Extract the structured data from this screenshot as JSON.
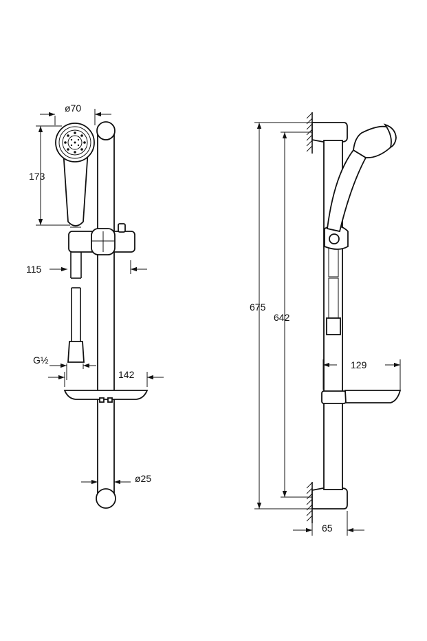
{
  "drawing": {
    "front_view": {
      "dim_head_diameter": "ø70",
      "dim_head_height": "173",
      "dim_hose_label": "115",
      "dim_connection": "G½",
      "dim_tray_width": "142",
      "dim_rail_diameter": "ø25"
    },
    "side_view": {
      "dim_total_height": "675",
      "dim_bracket_spacing": "642",
      "dim_tray_projection": "129",
      "dim_wall_depth": "65"
    }
  }
}
